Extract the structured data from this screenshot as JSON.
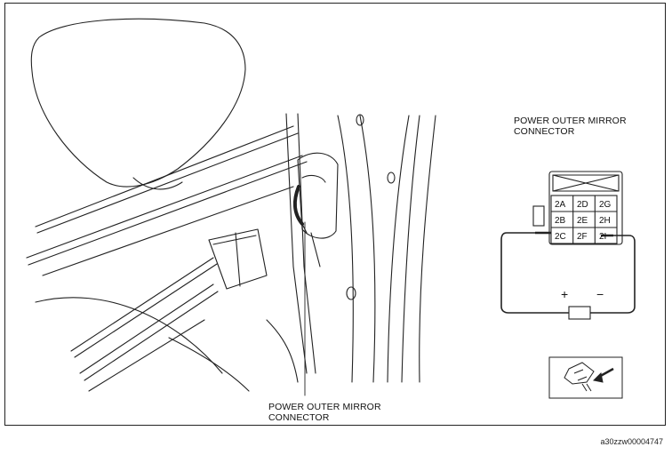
{
  "labels": {
    "connector_right_line1": "POWER OUTER MIRROR",
    "connector_right_line2": "CONNECTOR",
    "connector_bottom_line1": "POWER OUTER MIRROR",
    "connector_bottom_line2": "CONNECTOR"
  },
  "connector": {
    "pins": [
      [
        "2A",
        "2D",
        "2G"
      ],
      [
        "2B",
        "2E",
        "2H"
      ],
      [
        "2C",
        "2F",
        "2I"
      ]
    ]
  },
  "battery": {
    "positive_symbol": "+",
    "negative_symbol": "−"
  },
  "figure_code": "a30zzw00004747"
}
